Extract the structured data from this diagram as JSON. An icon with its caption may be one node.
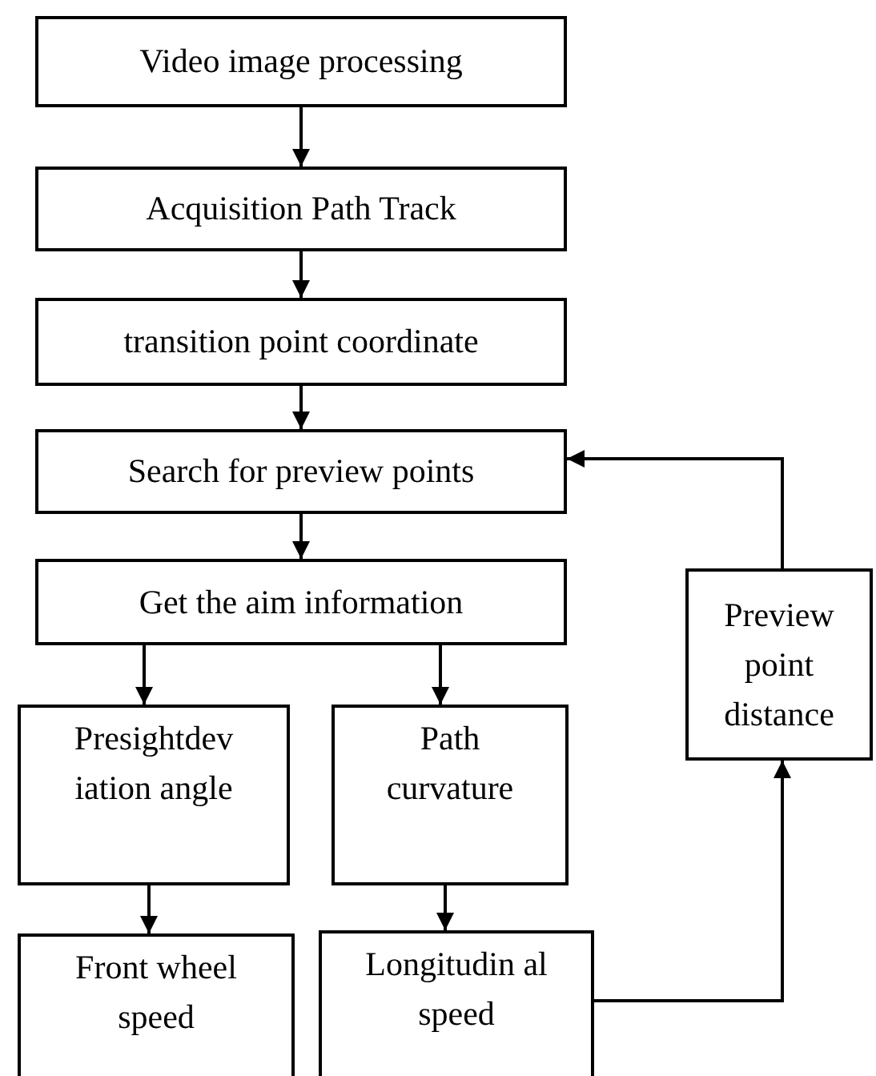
{
  "diagram": {
    "nodes": [
      {
        "text": [
          "Video image processing"
        ]
      },
      {
        "text": [
          "Acquisition Path Track"
        ]
      },
      {
        "text": [
          "transition point coordinate"
        ]
      },
      {
        "text": [
          "Search for preview points"
        ]
      },
      {
        "text": [
          "Get the aim information"
        ]
      },
      {
        "text": [
          "Presightdev iation angle"
        ]
      },
      {
        "text": [
          "Path curvature"
        ]
      },
      {
        "text": [
          "Front wheel speed"
        ]
      },
      {
        "text": [
          "Longitudin al speed"
        ]
      },
      {
        "text": [
          "Preview point distance"
        ]
      }
    ],
    "edges": [
      {
        "from": 0,
        "to": 1,
        "arrow": "to"
      },
      {
        "from": 1,
        "to": 2,
        "arrow": "to"
      },
      {
        "from": 2,
        "to": 3,
        "arrow": "to"
      },
      {
        "from": 3,
        "to": 4,
        "arrow": "to"
      },
      {
        "from": 4,
        "to": 5,
        "arrow": "to"
      },
      {
        "from": 4,
        "to": 6,
        "arrow": "to"
      },
      {
        "from": 5,
        "to": 7,
        "arrow": "to"
      },
      {
        "from": 6,
        "to": 8,
        "arrow": "to"
      },
      {
        "from": 8,
        "to": 9,
        "arrow": "to"
      },
      {
        "from": 9,
        "to": 3,
        "arrow": "to"
      }
    ]
  }
}
